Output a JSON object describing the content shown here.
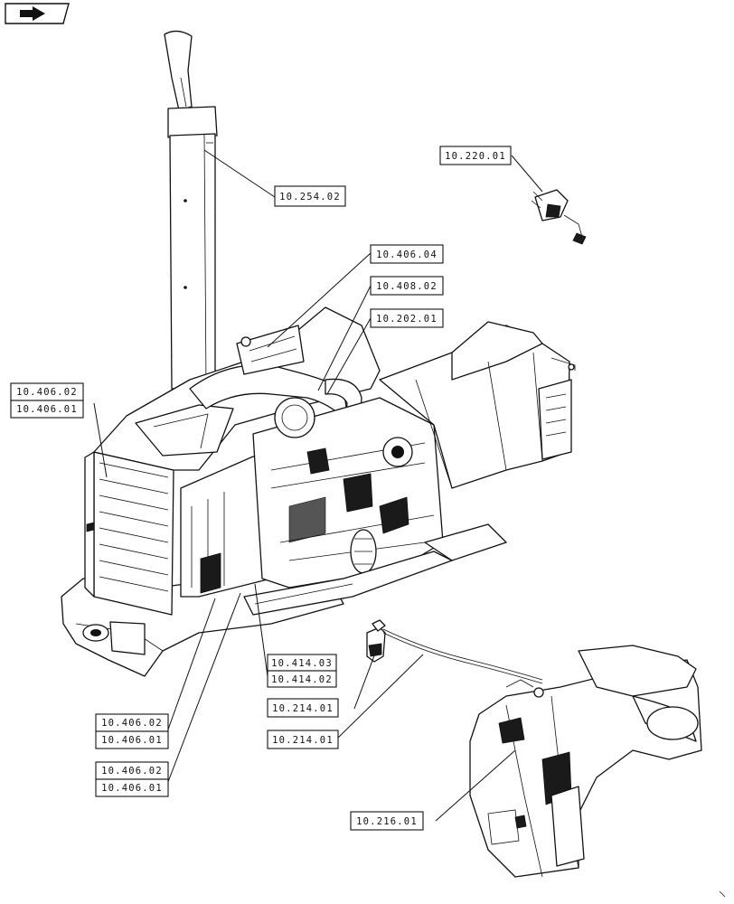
{
  "callouts": {
    "exhaust": "10.254.02",
    "sensor_top": "10.220.01",
    "ref_406_04": "10.406.04",
    "ref_408_02": "10.408.02",
    "ref_202_01": "10.202.01",
    "left_a1": "10.406.02",
    "left_a2": "10.406.01",
    "ref_414_03": "10.414.03",
    "ref_414_02": "10.414.02",
    "ref_214_01a": "10.214.01",
    "ref_214_01b": "10.214.01",
    "bottom_b1": "10.406.02",
    "bottom_b2": "10.406.01",
    "bottom_c1": "10.406.02",
    "bottom_c2": "10.406.01",
    "ref_216_01": "10.216.01"
  },
  "icons": {
    "corner": "page-flip-icon"
  }
}
